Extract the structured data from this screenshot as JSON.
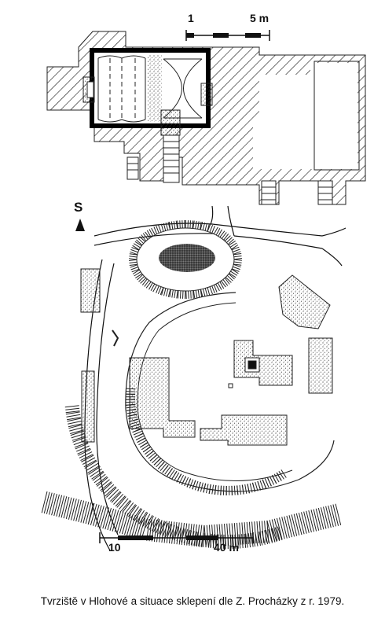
{
  "cellar_plan": {
    "scale_bar": {
      "label_start": "1",
      "label_end": "5 m"
    }
  },
  "site_plan": {
    "north_arrow": {
      "letter": "S"
    },
    "scale_bar": {
      "label_start": "10",
      "label_end": "40 m"
    }
  },
  "caption": "Tvrziště v Hlohové a situace sklepení dle Z. Procházky z r. 1979."
}
